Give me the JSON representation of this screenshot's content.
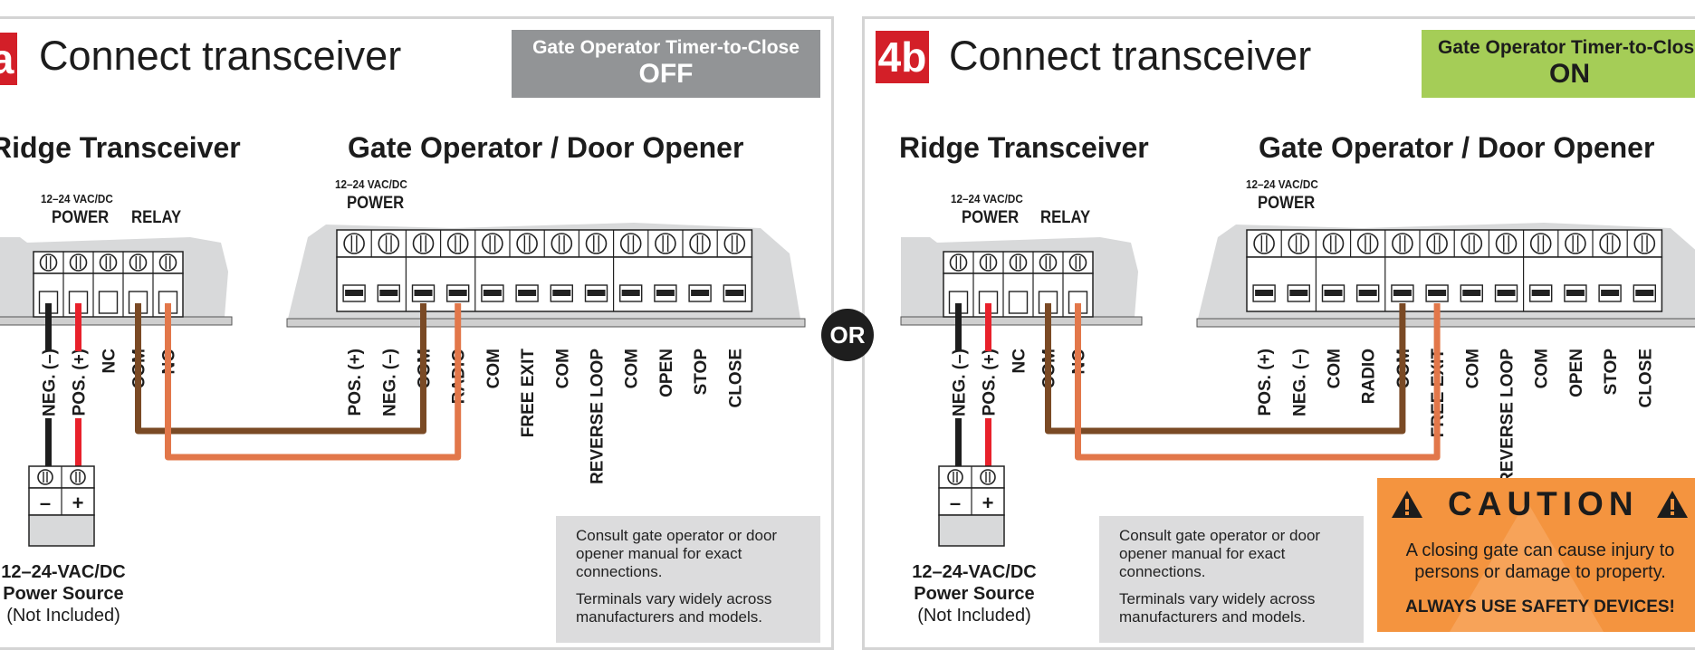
{
  "panel_a": {
    "step_badge": "a",
    "title": "Connect transceiver",
    "timer": {
      "label": "Gate Operator Timer-to-Close",
      "state": "OFF"
    },
    "transceiver_heading": "Ridge Transceiver",
    "operator_heading": "Gate Operator / Door Opener",
    "tx_voltage": "12–24 VAC/DC",
    "tx_power": "POWER",
    "tx_relay": "RELAY",
    "op_voltage": "12–24 VAC/DC",
    "op_power": "POWER",
    "tx_terminals": [
      "NEG. (–)",
      "POS. (+)",
      "NC",
      "COM",
      "NO"
    ],
    "op_terminals": [
      "POS. (+)",
      "NEG. (–)",
      "COM",
      "RADIO",
      "COM",
      "FREE EXIT",
      "COM",
      "REVERSE LOOP",
      "COM",
      "OPEN",
      "STOP",
      "CLOSE"
    ],
    "power_block_minus": "–",
    "power_block_plus": "+",
    "power_source": [
      "12–24-VAC/DC",
      "Power Source",
      "(Not Included)"
    ],
    "note": [
      "Consult gate operator or door opener manual for exact connections.",
      "Terminals vary widely across manufacturers and models."
    ]
  },
  "panel_b": {
    "step_badge": "4b",
    "title": "Connect transceiver",
    "timer": {
      "label": "Gate Operator Timer-to-Close",
      "state": "ON"
    },
    "transceiver_heading": "Ridge Transceiver",
    "operator_heading": "Gate Operator / Door Opener",
    "tx_voltage": "12–24 VAC/DC",
    "tx_power": "POWER",
    "tx_relay": "RELAY",
    "op_voltage": "12–24 VAC/DC",
    "op_power": "POWER",
    "tx_terminals": [
      "NEG. (–)",
      "POS. (+)",
      "NC",
      "COM",
      "NO"
    ],
    "op_terminals": [
      "POS. (+)",
      "NEG. (–)",
      "COM",
      "RADIO",
      "COM",
      "FREE EXIT",
      "COM",
      "REVERSE LOOP",
      "COM",
      "OPEN",
      "STOP",
      "CLOSE"
    ],
    "power_block_minus": "–",
    "power_block_plus": "+",
    "power_source": [
      "12–24-VAC/DC",
      "Power Source",
      "(Not Included)"
    ],
    "note": [
      "Consult gate operator or door opener manual for exact connections.",
      "Terminals vary widely across manufacturers and models."
    ],
    "caution": {
      "icon": "warning-triangle-icon",
      "word": "CAUTION",
      "message": "A closing gate can cause injury to persons or damage to property.",
      "warning": "ALWAYS USE SAFETY DEVICES!"
    }
  },
  "or_label": "OR",
  "colors": {
    "red_badge": "#d31f28",
    "wire_black": "#1e1e1e",
    "wire_red": "#e8212b",
    "wire_brown": "#7a4a25",
    "wire_orange": "#e2774a",
    "timer_off": "#929496",
    "timer_on": "#a5cd57",
    "caution": "#f4943f"
  }
}
